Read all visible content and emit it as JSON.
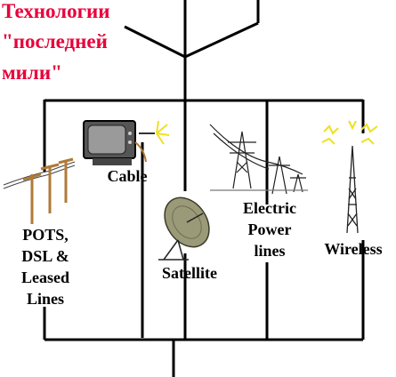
{
  "title": {
    "lines": [
      "Технологии",
      "\"последней",
      "мили\""
    ],
    "color": "#e8003a"
  },
  "labels": {
    "pots": [
      "POTS,",
      "DSL &",
      "Leased",
      "Lines"
    ],
    "cable": "Cable",
    "satellite": "Satellite",
    "power": [
      "Electric",
      "Power",
      "lines"
    ],
    "wireless": "Wireless"
  },
  "icons": [
    "telephone-poles-icon",
    "television-icon",
    "satellite-dish-icon",
    "power-pylons-icon",
    "radio-tower-icon"
  ],
  "colors": {
    "line": "#000000",
    "accent": "#e8003a",
    "dish": "#9a9a78",
    "pole": "#b07a36",
    "spark": "#f0e020"
  }
}
